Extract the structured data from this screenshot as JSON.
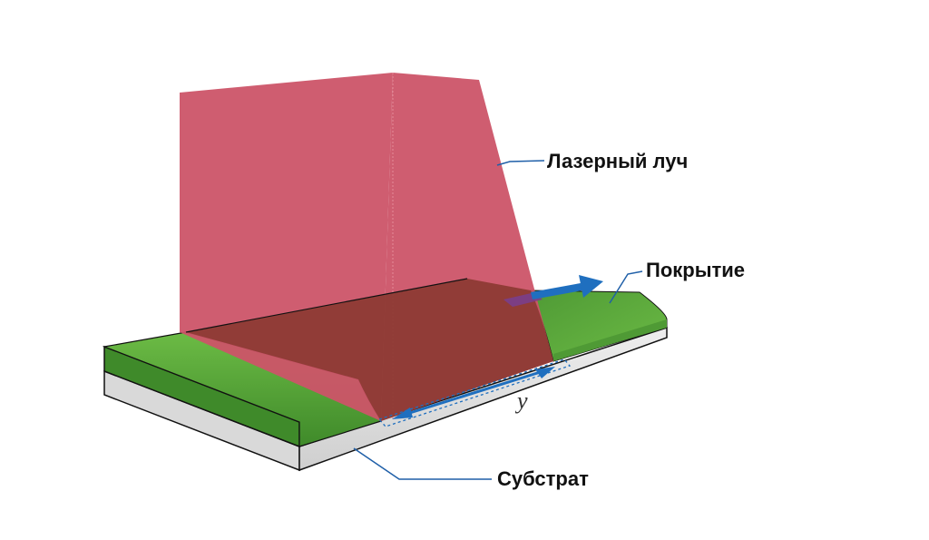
{
  "labels": {
    "laser_beam": "Лазерный луч",
    "coating": "Покрытие",
    "substrate": "Субстрат",
    "scan_axis": "y"
  },
  "colors": {
    "laser": "#cc5468",
    "laser_edge": "#b8475b",
    "coating_green": "#4f9a35",
    "coating_green_light": "#6cbb45",
    "irradiated_zone": "#8c3a32",
    "substrate_top": "#e4e4e4",
    "substrate_side": "#cfcfcf",
    "arrow_blue": "#1f6fbf",
    "leader_line": "#1f5fa8",
    "outline": "#111111"
  }
}
